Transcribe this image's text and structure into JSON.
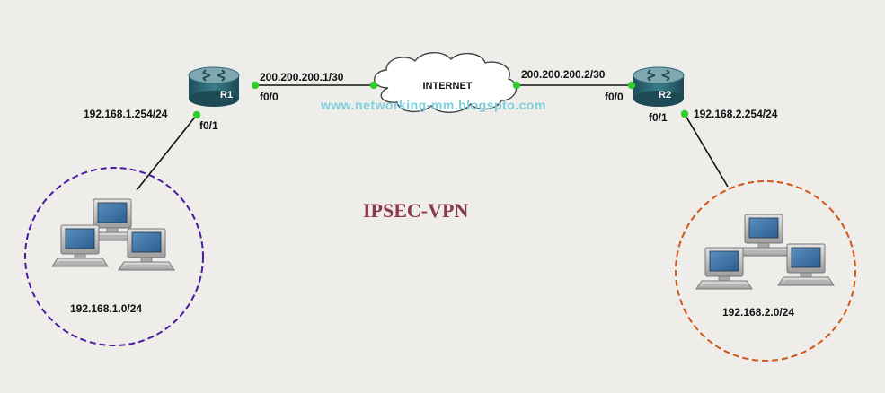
{
  "diagram": {
    "title": "IPSEC-VPN",
    "watermark": "www.networking-mm.blogspto.com",
    "cloud_label": "INTERNET",
    "routers": [
      {
        "name": "R1",
        "wan_if": "f0/0",
        "wan_ip": "200.200.200.1/30",
        "lan_if": "f0/1",
        "lan_ip": "192.168.1.254/24"
      },
      {
        "name": "R2",
        "wan_if": "f0/0",
        "wan_ip": "200.200.200.2/30",
        "lan_if": "f0/1",
        "lan_ip": "192.168.2.254/24"
      }
    ],
    "lans": [
      {
        "network": "192.168.1.0/24"
      },
      {
        "network": "192.168.2.0/24"
      }
    ]
  },
  "colors": {
    "background": "#efedea",
    "title": "#8a3a4e",
    "watermark": "#7fd0dd",
    "port_dot": "#2ccd2c",
    "router_body": "#2f6a78",
    "router_top": "#7fa8b0",
    "lan1_circle": "#4b1aa0",
    "lan2_circle": "#d2561a",
    "link": "#111111"
  },
  "icons": {
    "router": "router-icon",
    "cloud": "cloud-icon",
    "computer": "computer-icon"
  }
}
